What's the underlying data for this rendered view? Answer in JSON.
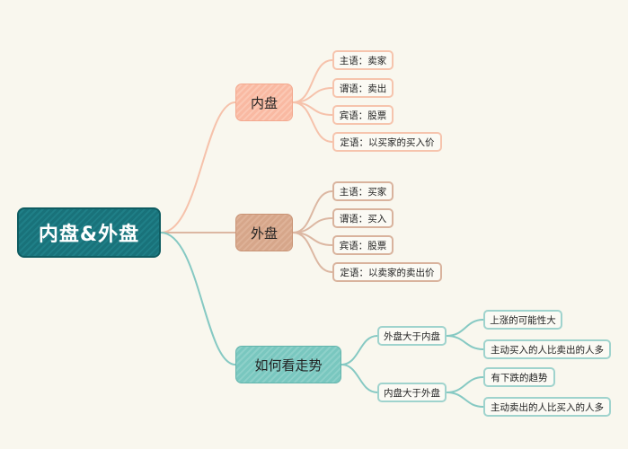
{
  "root": {
    "label": "内盘&外盘"
  },
  "branches": [
    {
      "label": "内盘",
      "items": [
        "主语：卖家",
        "谓语：卖出",
        "宾语：股票",
        "定语：以买家的买入价"
      ]
    },
    {
      "label": "外盘",
      "items": [
        "主语：买家",
        "谓语：买入",
        "宾语：股票",
        "定语：以卖家的卖出价"
      ]
    },
    {
      "label": "如何看走势",
      "subs": [
        {
          "label": "外盘大于内盘",
          "items": [
            "上涨的可能性大",
            "主动买入的人比卖出的人多"
          ]
        },
        {
          "label": "内盘大于外盘",
          "items": [
            "有下跌的趋势",
            "主动卖出的人比买入的人多"
          ]
        }
      ]
    }
  ],
  "colors": {
    "background": "#f9f7ee",
    "root": "#1a747c",
    "branch_inner": "#f9b9a2",
    "branch_outer": "#d6a68a",
    "branch_trend": "#79c7bf",
    "line_inner": "#f6c2ab",
    "line_outer": "#dcb7a2",
    "line_trend": "#86c9c3"
  }
}
